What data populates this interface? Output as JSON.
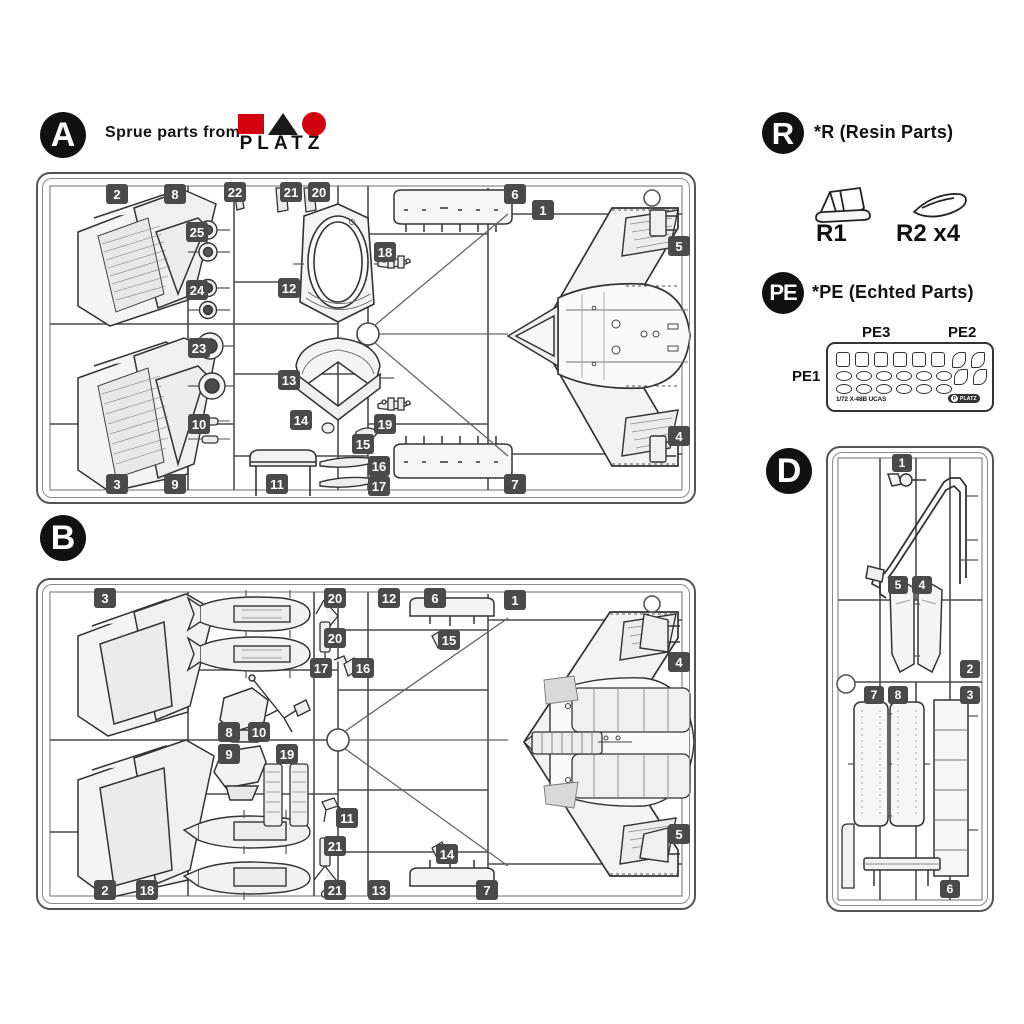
{
  "sheet": {
    "title": "Sprue parts from PLATZ",
    "kit_scale_text": "1/72 X-48B UCAS"
  },
  "header": {
    "badge": "A",
    "label": "Sprue parts from",
    "brand": {
      "word": "PLATZ",
      "registered": "®",
      "colors": {
        "red": "#d4000f",
        "dark": "#1a1a1a"
      }
    }
  },
  "sections": {
    "sprue_a": {
      "badge": "A",
      "part_tags": [
        "2",
        "8",
        "22",
        "21",
        "20",
        "6",
        "1",
        "5",
        "25",
        "18",
        "24",
        "12",
        "23",
        "13",
        "19",
        "14",
        "10",
        "15",
        "16",
        "4",
        "11",
        "17",
        "3",
        "9",
        "7"
      ]
    },
    "sprue_b": {
      "badge": "B",
      "part_tags": [
        "3",
        "20",
        "20",
        "12",
        "6",
        "1",
        "15",
        "4",
        "17",
        "16",
        "8",
        "10",
        "9",
        "19",
        "11",
        "2",
        "18",
        "21",
        "21",
        "13",
        "14",
        "7",
        "5"
      ]
    },
    "sprue_d": {
      "badge": "D",
      "part_tags": [
        "1",
        "5",
        "4",
        "2",
        "7",
        "8",
        "3",
        "6"
      ]
    },
    "resin": {
      "badge": "R",
      "heading": "*R (Resin Parts)",
      "parts": [
        {
          "label": "R1",
          "icon": "resin-wedge-icon"
        },
        {
          "label": "R2 x4",
          "icon": "resin-sliver-icon"
        }
      ]
    },
    "etched": {
      "badge": "PE",
      "heading": "*PE (Echted Parts)",
      "labels": {
        "pe1": "PE1",
        "pe2": "PE2",
        "pe3": "PE3"
      },
      "fret_text": "1/72 X-48B UCAS",
      "fret_brand": "PLATZ",
      "fret_brand_mark": "P"
    }
  },
  "colors": {
    "tag_bg": "#4a4a4a",
    "frame": "#555555",
    "ink": "#111111",
    "fill_light": "#f2f2f2",
    "fill_mid": "#e2e2e2"
  }
}
